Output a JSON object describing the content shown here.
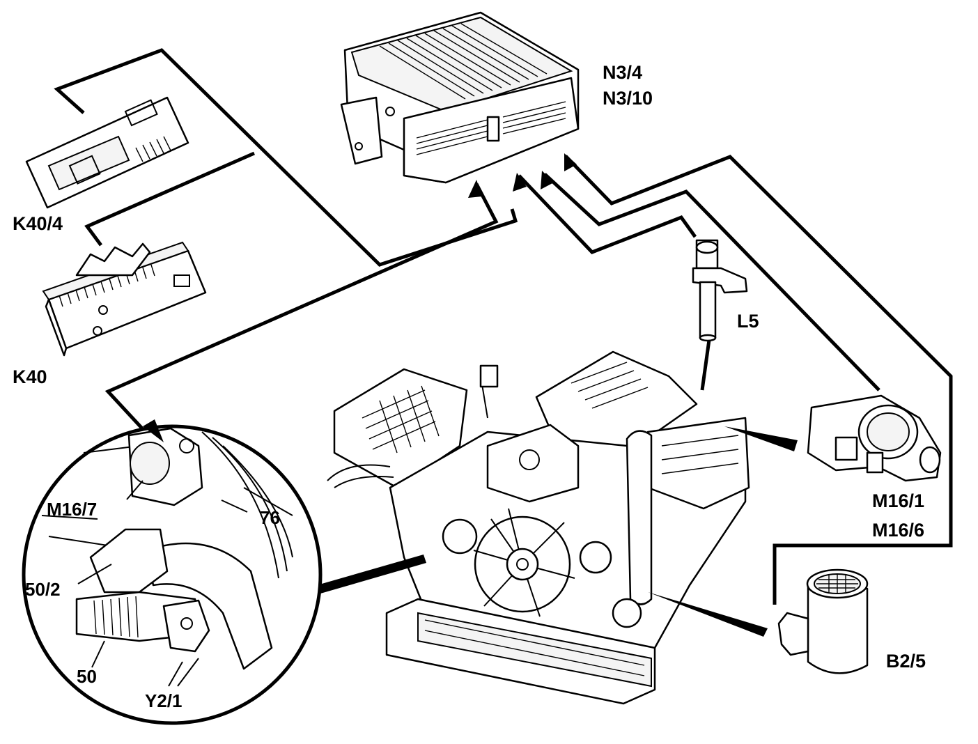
{
  "labels": {
    "n3_4": "N3/4",
    "n3_10": "N3/10",
    "k40_4": "K40/4",
    "k40": "K40",
    "l5": "L5",
    "m16_1": "M16/1",
    "m16_6": "M16/6",
    "b2_5": "B2/5",
    "m16_7": "M16/7",
    "n76": "76",
    "n50_2": "50/2",
    "n50": "50",
    "y2_1": "Y2/1"
  },
  "colors": {
    "ink": "#000000",
    "paper": "#ffffff"
  }
}
